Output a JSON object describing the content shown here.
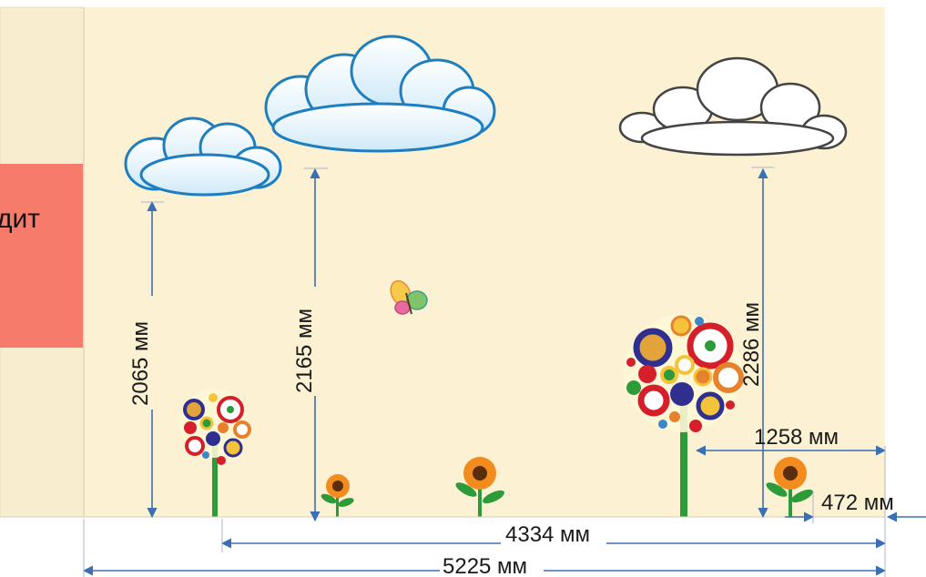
{
  "sign": {
    "text": "дит",
    "color": "#F77B6A"
  },
  "wall_color": "#FCF1D2",
  "dimensions": {
    "cloud1_height": "2065 мм",
    "cloud2_height": "2165 мм",
    "cloud3_height": "2286 мм",
    "flower_offset": "1258 мм",
    "edge_offset": "472 мм",
    "span_inner": "4334 мм",
    "span_total": "5225 мм"
  },
  "colors": {
    "dimension_line": "#3B6FB4",
    "stem": "#2E9B3A",
    "cloud_outline": "#1E7FC0"
  }
}
